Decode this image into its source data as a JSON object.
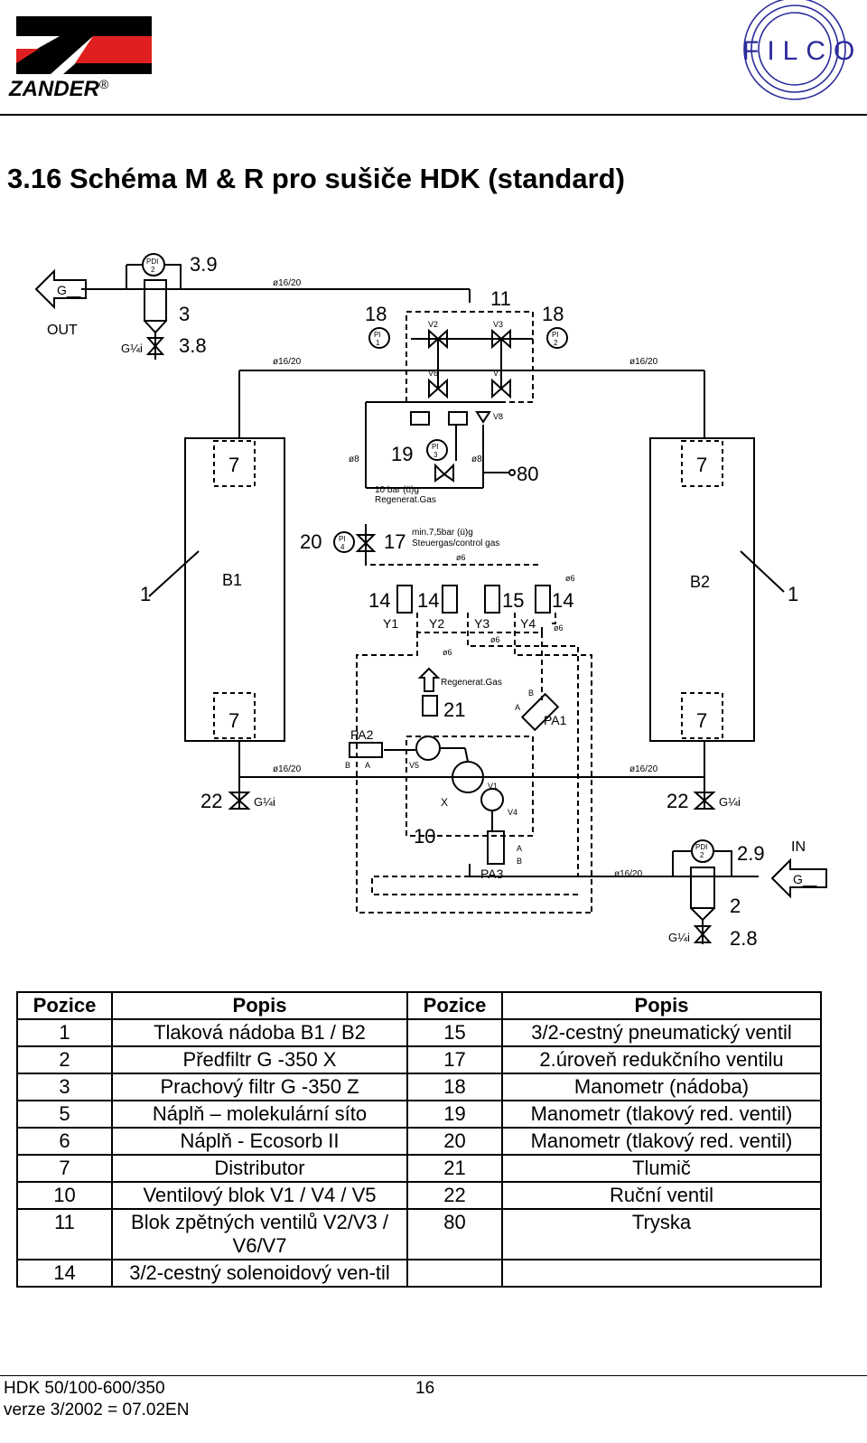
{
  "header": {
    "left_logo_text": "ZANDER",
    "left_logo_mark": "®",
    "right_logo_text": "FILCO"
  },
  "title": "3.16   Schéma M & R pro sušiče HDK (standard)",
  "diagram_labels": {
    "out": "OUT",
    "in": "IN",
    "g_out": "G__",
    "g_in": "G__",
    "n3_9": "3.9",
    "n3": "3",
    "n3_8": "3.8",
    "g14i_tl": "G¼i",
    "pdi2_top": "PDI",
    "pdi2_top_n": "2",
    "n11": "11",
    "n18_left": "18",
    "n18_right": "18",
    "pi1": "PI",
    "pi1_n": "1",
    "pi2": "PI",
    "pi2_n": "2",
    "v2": "V2",
    "v3": "V3",
    "v6": "V6",
    "v7": "V7",
    "v8": "V8",
    "pipe_top": "ø16/20",
    "pipe_upper_left": "ø16/20",
    "pipe_upper_right": "ø16/20",
    "pipe_lower_left": "ø16/20",
    "pipe_lower_right": "ø16/20",
    "pipe_bottom": "ø16/20",
    "n7_a": "7",
    "n7_b": "7",
    "n7_c": "7",
    "n7_d": "7",
    "b1": "B1",
    "b2": "B2",
    "n1_left": "1",
    "n1_right": "1",
    "n19": "19",
    "pi3": "PI",
    "pi3_n": "3",
    "ph8a": "ø8",
    "ph8b": "ø8",
    "n80": "80",
    "reg_gas_1": "10 bar (ü)g",
    "reg_gas_2": "Regenerat.Gas",
    "n20": "20",
    "pi4": "PI",
    "pi4_n": "4",
    "n17": "17",
    "ctrl_1": "min.7,5bar (ü)g",
    "ctrl_2": "Steuergas/control gas",
    "ph6a": "ø6",
    "ph6b": "ø6",
    "ph6c": "ø6",
    "ph6d": "ø6",
    "ph6e": "ø6",
    "n14a": "14",
    "n14b": "14",
    "n15": "15",
    "n14c": "14",
    "y1": "Y1",
    "y2": "Y2",
    "y3": "Y3",
    "y4": "Y4",
    "regenerat": "Regenerat.Gas",
    "n21": "21",
    "pa1": "PA1",
    "pa2": "PA2",
    "pa3": "PA3",
    "b_a": "B",
    "a_a": "A",
    "a_b": "A",
    "b_b": "B",
    "a_c": "A",
    "b_c": "B",
    "v5": "V5",
    "v1": "V1",
    "v4": "V4",
    "x": "X",
    "n10": "10",
    "n22_left": "22",
    "n22_right": "22",
    "g14i_l": "G¼i",
    "g14i_r": "G¼i",
    "g14i_b": "G¼i",
    "pdi2_bot": "PDI",
    "pdi2_bot_n": "2",
    "n2_9": "2.9",
    "n2": "2",
    "n2_8": "2.8"
  },
  "table": {
    "headers": [
      "Pozice",
      "Popis",
      "Pozice",
      "Popis"
    ],
    "rows": [
      [
        "1",
        "Tlaková nádoba B1 / B2",
        "15",
        "3/2-cestný pneumatický ventil"
      ],
      [
        "2",
        "Předfiltr G  -350 X",
        "17",
        "2.úroveň redukčního ventilu"
      ],
      [
        "3",
        "Prachový filtr G  -350 Z",
        "18",
        "Manometr (nádoba)"
      ],
      [
        "5",
        "Náplň – molekulární síto",
        "19",
        "Manometr (tlakový red. ventil)"
      ],
      [
        "6",
        "Náplň -   Ecosorb II",
        "20",
        "Manometr (tlakový red. ventil)"
      ],
      [
        "7",
        "Distributor",
        "21",
        "Tlumič"
      ],
      [
        "10",
        "Ventilový blok V1 / V4 / V5",
        "22",
        "Ruční ventil"
      ],
      [
        "11",
        "Blok zpětných ventilů V2/V3 / V6/V7",
        "80",
        "Tryska"
      ],
      [
        "14",
        "3/2-cestný solenoidový ven-til",
        "",
        ""
      ]
    ]
  },
  "footer": {
    "doc_id": "HDK 50/100-600/350",
    "version": "verze 3/2002 = 07.02EN",
    "page": "16"
  }
}
